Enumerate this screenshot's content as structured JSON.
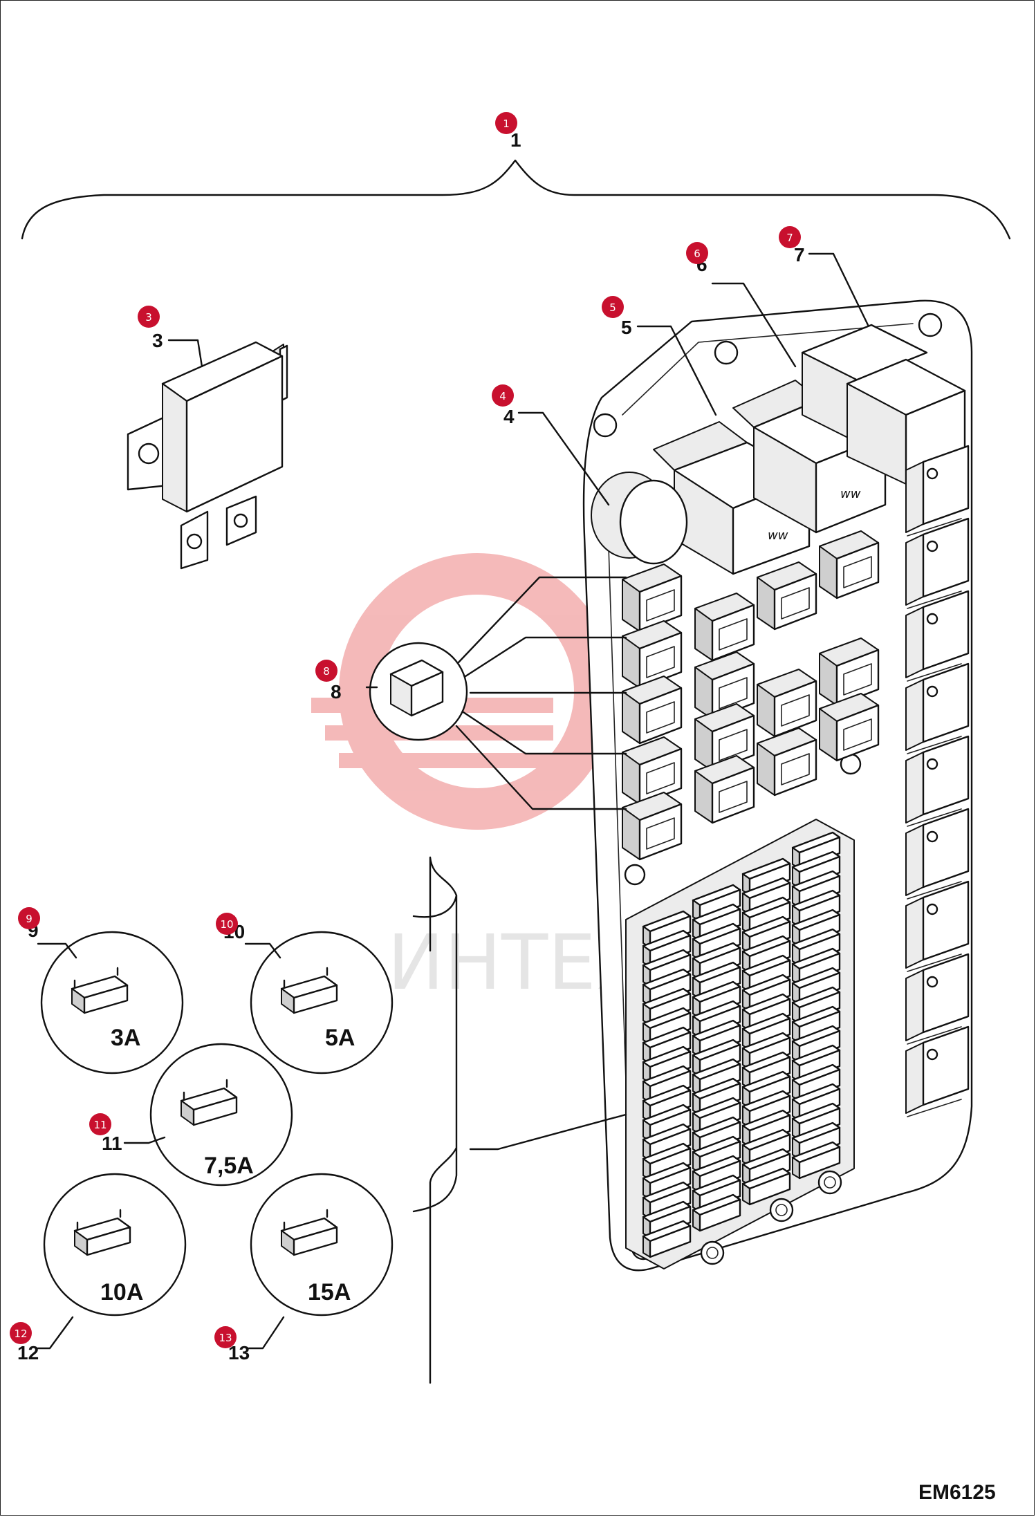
{
  "drawing_code": "EM6125",
  "watermark_text": "ИНТЕХ",
  "accent_color": "#c8102e",
  "callouts": [
    {
      "id": "1",
      "printed": "1"
    },
    {
      "id": "3",
      "printed": "3"
    },
    {
      "id": "4",
      "printed": "4"
    },
    {
      "id": "5",
      "printed": "5"
    },
    {
      "id": "6",
      "printed": "6"
    },
    {
      "id": "7",
      "printed": "7"
    },
    {
      "id": "8",
      "printed": "8"
    },
    {
      "id": "9",
      "printed": "9"
    },
    {
      "id": "10",
      "printed": "10"
    },
    {
      "id": "11",
      "printed": "11"
    },
    {
      "id": "12",
      "printed": "12"
    },
    {
      "id": "13",
      "printed": "13"
    }
  ],
  "fuses": [
    {
      "item": "9",
      "rating": "3A"
    },
    {
      "item": "10",
      "rating": "5A"
    },
    {
      "item": "11",
      "rating": "7,5A"
    },
    {
      "item": "12",
      "rating": "10A"
    },
    {
      "item": "13",
      "rating": "15A"
    }
  ]
}
